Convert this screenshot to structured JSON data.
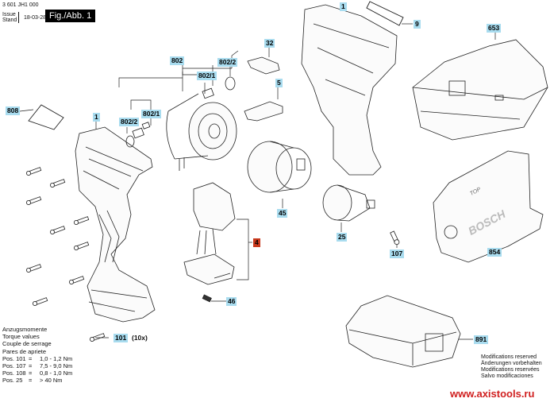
{
  "header": {
    "part_number": "3 601 JH1 000",
    "issue_label_1": "Issue",
    "issue_label_2": "Stand",
    "date": "18-03-28",
    "figure": "Fig./Abb. 1"
  },
  "callouts": [
    {
      "id": "1a",
      "text": "1"
    },
    {
      "id": "1b",
      "text": "1"
    },
    {
      "id": "9",
      "text": "9"
    },
    {
      "id": "32",
      "text": "32"
    },
    {
      "id": "5",
      "text": "5"
    },
    {
      "id": "802",
      "text": "802"
    },
    {
      "id": "802-2a",
      "text": "802/2"
    },
    {
      "id": "802-1a",
      "text": "802/1"
    },
    {
      "id": "802-1b",
      "text": "802/1"
    },
    {
      "id": "802-2b",
      "text": "802/2"
    },
    {
      "id": "808",
      "text": "808"
    },
    {
      "id": "45",
      "text": "45"
    },
    {
      "id": "25",
      "text": "25"
    },
    {
      "id": "4",
      "text": "4"
    },
    {
      "id": "46",
      "text": "46"
    },
    {
      "id": "107",
      "text": "107"
    },
    {
      "id": "101",
      "text": "101"
    },
    {
      "id": "653",
      "text": "653"
    },
    {
      "id": "854",
      "text": "854"
    },
    {
      "id": "891",
      "text": "891"
    }
  ],
  "qty_101": "(10x)",
  "torque": {
    "lines": [
      "Anzugsmomente",
      "Torque values",
      "Couple de serrage",
      "Pares de apriete"
    ],
    "rows": [
      {
        "pos": "Pos. 101",
        "eq": "=",
        "val": "1,0 - 1,2 Nm"
      },
      {
        "pos": "Pos. 107",
        "eq": "=",
        "val": "7,5 - 9,0 Nm"
      },
      {
        "pos": "Pos. 108",
        "eq": "=",
        "val": "0,8 - 1,0 Nm"
      },
      {
        "pos": "Pos. 25",
        "eq": "=",
        "val": "> 40 Nm"
      }
    ]
  },
  "notes": [
    "Modifications reserved",
    "Änderungen vorbehalten",
    "Modifications reservées",
    "Salvo modificaciones"
  ],
  "watermark": "www.axistools.ru",
  "plate_text": {
    "top": "TOP",
    "brand": "BOSCH"
  },
  "colors": {
    "callout": "#a9dcef",
    "callout_highlight": "#c8381c",
    "watermark": "#d01f1f"
  }
}
